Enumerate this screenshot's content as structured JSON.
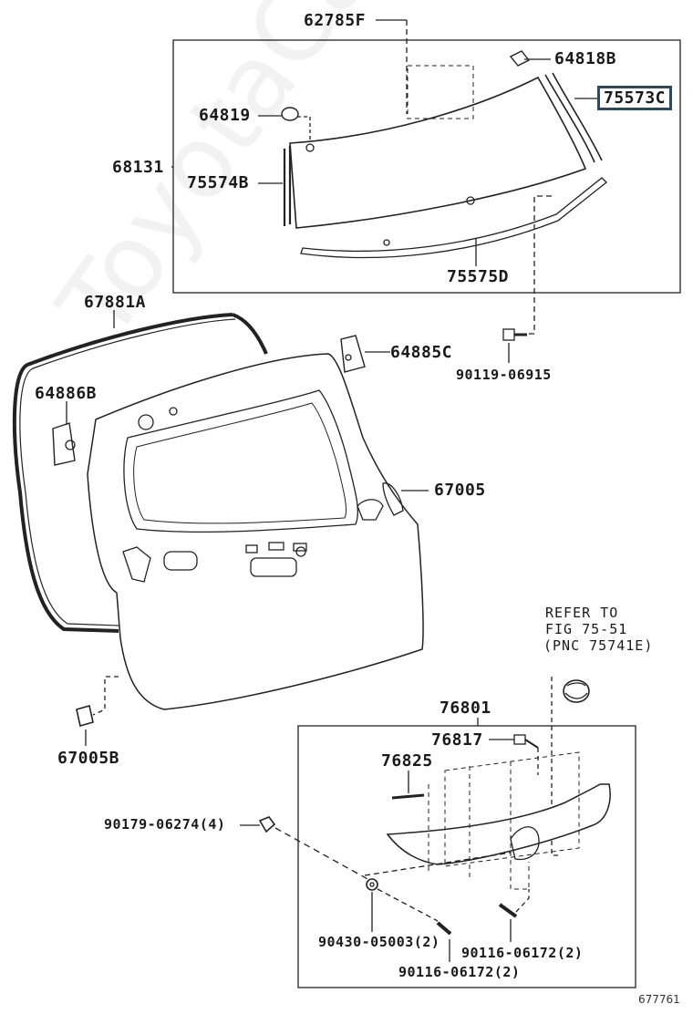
{
  "labels": {
    "p62785F": "62785F",
    "p64818B": "64818B",
    "p75573C": "75573C",
    "p64819": "64819",
    "p68131": "68131",
    "p75574B": "75574B",
    "p75575D": "75575D",
    "p67881A": "67881A",
    "p64885C": "64885C",
    "p90119": "90119-06915",
    "p64886B": "64886B",
    "p67005": "67005",
    "p67005B": "67005B",
    "p76801": "76801",
    "p76817": "76817",
    "p76825": "76825",
    "p90179": "90179-06274(4)",
    "p90430": "90430-05003(2)",
    "p90116a": "90116-06172(2)",
    "p90116b": "90116-06172(2)"
  },
  "refer_note": {
    "line1": "REFER TO",
    "line2": "FIG 75-51",
    "line3": "(PNC 75741E)"
  },
  "figure_id": "677761",
  "watermark": "ToyotaCarMine.ru",
  "highlight_color": "#2b4a5e"
}
